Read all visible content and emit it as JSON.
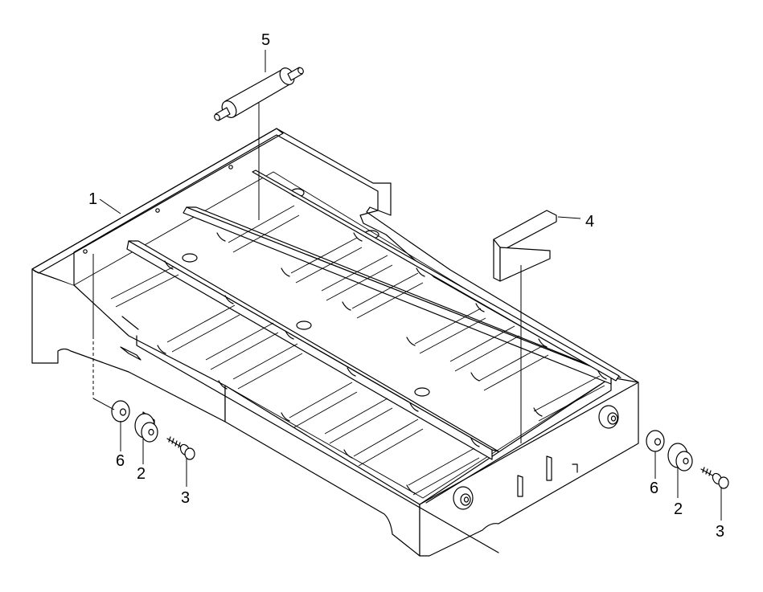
{
  "callouts": {
    "tray": "1",
    "bushing_left": "2",
    "bushing_right": "2",
    "screw_left": "3",
    "screw_right": "3",
    "guide": "4",
    "roller": "5",
    "washer_left": "6",
    "washer_right": "6"
  }
}
